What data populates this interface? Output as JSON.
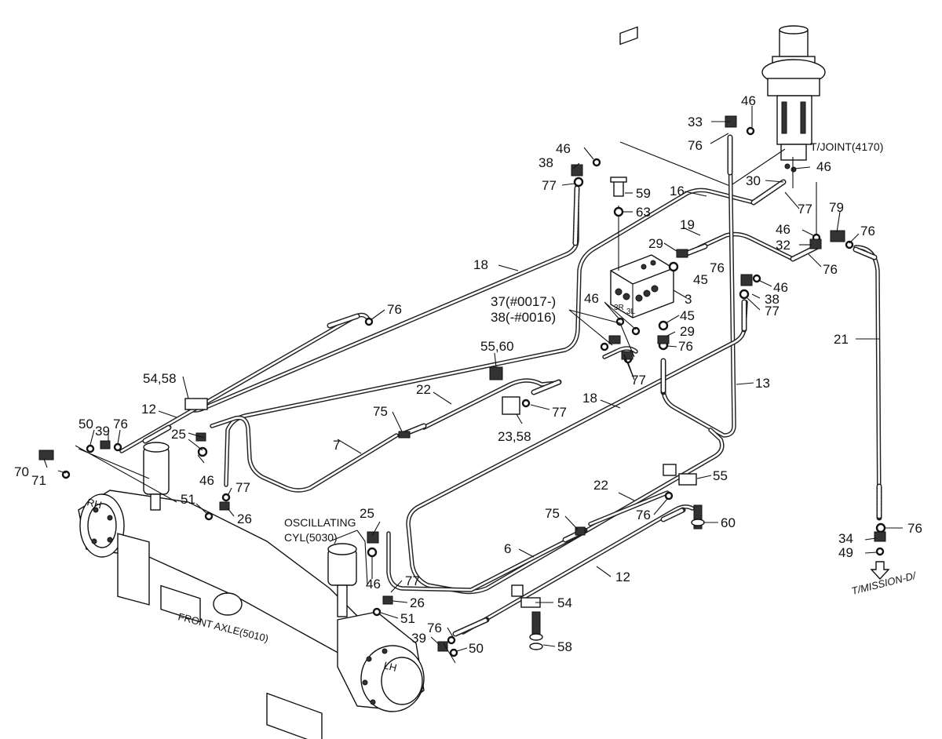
{
  "labels": {
    "l18a": "18",
    "l76a": "76",
    "l5458a": "54,58",
    "l12a": "12",
    "l50a": "50",
    "l39a": "39",
    "l76b": "76",
    "l25a": "25",
    "l46a": "46",
    "l7": "7",
    "l70": "70",
    "l71": "71",
    "l51a": "51",
    "l77a": "77",
    "l26a": "26",
    "l75a": "75",
    "l22a": "22",
    "l5560": "55,60",
    "l2358": "23,58",
    "l77b": "77",
    "l18b": "18",
    "l46b": "46",
    "l3738a": "37(#0017-)",
    "l3738b": "38(-#0016)",
    "l3": "3",
    "l45a": "45",
    "l45b": "45",
    "l29a": "29",
    "l29b": "29",
    "l76c": "76",
    "l76d": "76",
    "l77c": "77",
    "l13": "13",
    "l46c": "46",
    "l38a": "38",
    "l77d": "77",
    "l77e": "77",
    "l59": "59",
    "l63": "63",
    "l16": "16",
    "l19": "19",
    "l33": "33",
    "l76e": "76",
    "l46d": "46",
    "l46e": "46",
    "l30": "30",
    "l77f": "77",
    "l46f": "46",
    "l46g": "46",
    "l79": "79",
    "l76f": "76",
    "l32": "32",
    "l76g": "76",
    "l21": "21",
    "l34": "34",
    "l76h": "76",
    "l49": "49",
    "l55": "55",
    "l60": "60",
    "l22b": "22",
    "l76i": "76",
    "l75b": "75",
    "l6": "6",
    "l12b": "12",
    "l25b": "25",
    "l46h": "46",
    "l77g": "77",
    "l26b": "26",
    "l51b": "51",
    "l54": "54",
    "l58": "58",
    "l76j": "76",
    "l39b": "39",
    "l50b": "50",
    "l38b": "38"
  },
  "notes": {
    "tjoint": "T/JOINT(4170)",
    "osc1": "OSCILLATING",
    "osc2": "CYL(5030)",
    "axle": "FRONT AXLE(5010)",
    "rh": "RH",
    "lh": "LH",
    "tmission": "T/MISSION-D/"
  },
  "colors": {
    "ink": "#111111",
    "paper": "#ffffff"
  }
}
